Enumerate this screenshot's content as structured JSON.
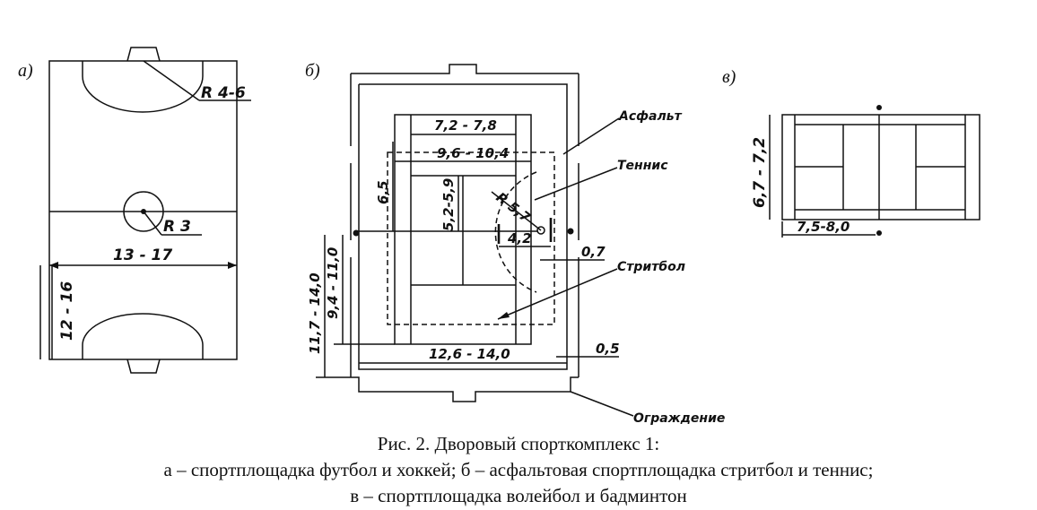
{
  "panels": {
    "a": {
      "letter": "а)",
      "radius_goal": "R 4-6",
      "radius_center": "R 3",
      "width_dim": "13 - 17",
      "length_dim": "12 - 16"
    },
    "b": {
      "letter": "б)",
      "dim_inner_top": "7,2 - 7,8",
      "dim_tennis_width": "9,6 - 10,4",
      "dim_6_5": "6,5",
      "dim_court_half": "5,2-5,9",
      "dim_radius": "R 5,7",
      "dim_4_2": "4,2",
      "dim_0_7": "0,7",
      "dim_0_5": "0,5",
      "dim_total_width": "12,6 - 14,0",
      "dim_9_4": "9,4 - 11,0",
      "dim_11_7": "11,7 - 14,0",
      "label_asphalt": "Асфальт",
      "label_tennis": "Теннис",
      "label_streetball": "Стритбол",
      "label_fence": "Ограждение"
    },
    "c": {
      "letter": "в)",
      "dim_height": "6,7 - 7,2",
      "dim_width": "7,5-8,0"
    }
  },
  "caption": {
    "line1": "Рис.   2. Дворовый спорткомплекс 1:",
    "line2": "а – спортплощадка футбол и хоккей; б – асфальтовая спортплощадка стритбол и теннис;",
    "line3": "в – спортплощадка волейбол и бадминтон"
  }
}
